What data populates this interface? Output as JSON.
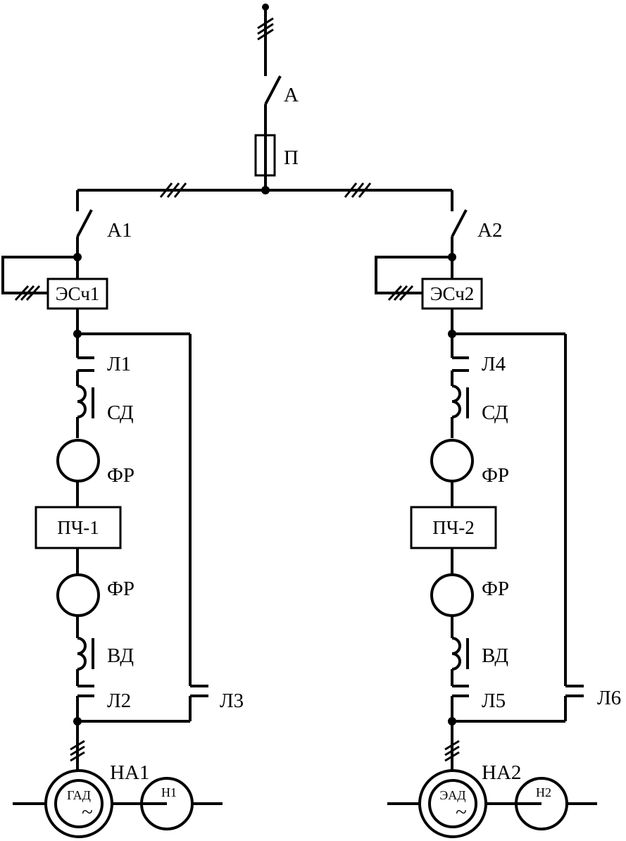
{
  "labels": {
    "main_switch": "А",
    "fuse": "П",
    "switch_1": "А1",
    "switch_2": "А2",
    "meter_1": "ЭСч1",
    "meter_2": "ЭСч2",
    "contactor_l1": "Л1",
    "contactor_l2": "Л2",
    "contactor_l3": "Л3",
    "contactor_l4": "Л4",
    "contactor_l5": "Л5",
    "contactor_l6": "Л6",
    "inductor_sd_1": "СД",
    "inductor_sd_2": "СД",
    "filter_fr_1a": "ФР",
    "filter_fr_1b": "ФР",
    "filter_fr_2a": "ФР",
    "filter_fr_2b": "ФР",
    "converter_1": "ПЧ-1",
    "converter_2": "ПЧ-2",
    "inductor_vd_1": "ВД",
    "inductor_vd_2": "ВД",
    "pump_unit_1": "НА1",
    "pump_unit_2": "НА2",
    "motor_1": "ГАД",
    "motor_2": "ЭАД",
    "pump_1": "Н1",
    "pump_2": "Н2",
    "ac_symbol": "~"
  }
}
